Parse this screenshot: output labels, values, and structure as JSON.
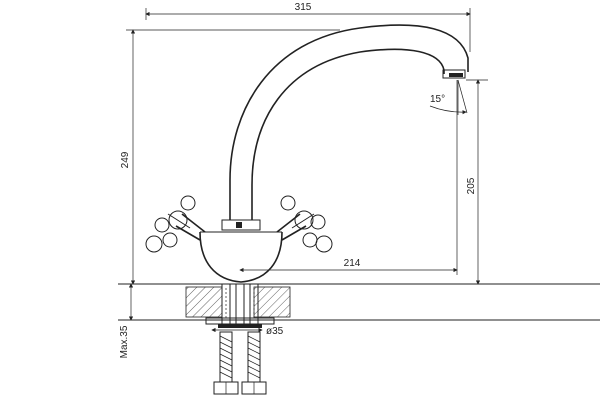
{
  "drawing": {
    "subject": "faucet-technical-drawing",
    "dimensions": {
      "overall_width": "315",
      "overall_height": "249",
      "spout_height": "205",
      "spout_reach": "214",
      "spout_angle": "15°",
      "mount_diameter": "ø35",
      "max_thickness": "Max.35"
    },
    "colors": {
      "line": "#222222",
      "background": "#ffffff"
    }
  }
}
